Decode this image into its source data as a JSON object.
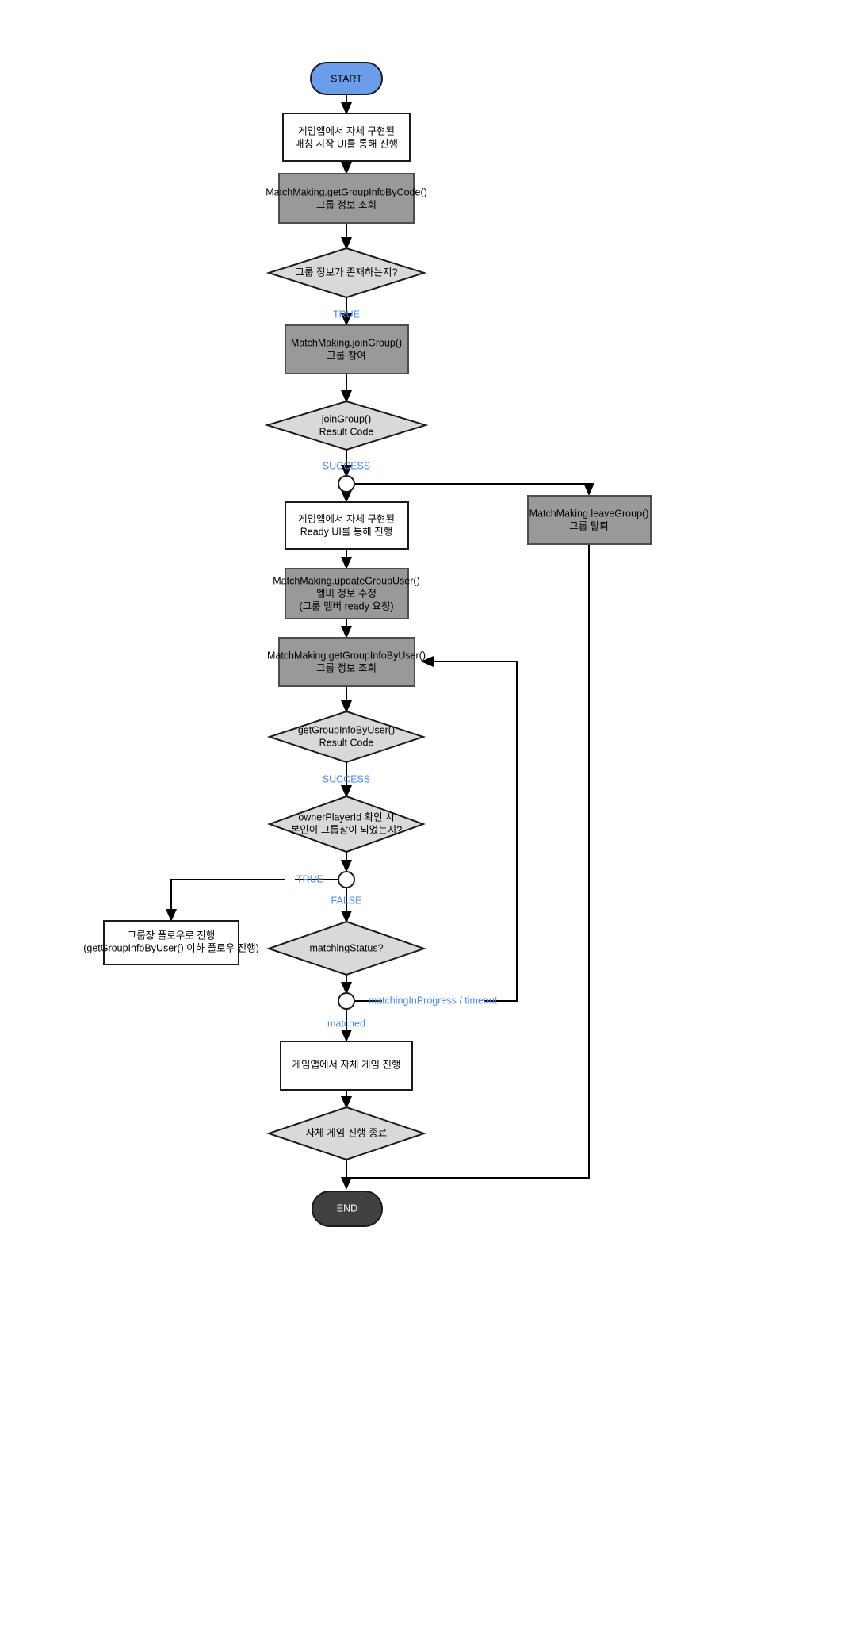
{
  "diagram": {
    "title": "MatchMaking Group Join Flow",
    "colors": {
      "start_fill": "#6b9eea",
      "end_fill": "#414141",
      "api_fill": "#999999",
      "decision_fill": "#d9d9d9",
      "process_fill": "#ffffff",
      "edge_label": "#4d88e0",
      "stroke": "#1a1a1a"
    }
  },
  "nodes": {
    "start": {
      "label": "START",
      "shape": "terminator"
    },
    "matching_ui": {
      "line1": "게임앱에서 자체 구현된",
      "line2": "매칭 시작 UI를 통해 진행",
      "shape": "process"
    },
    "get_group_info_by_code": {
      "line1": "MatchMaking.getGroupInfoByCode()",
      "line2": "그룹 정보 조회",
      "shape": "api"
    },
    "group_exists": {
      "line1": "그룹 정보가 존재하는지?",
      "shape": "decision"
    },
    "join_group": {
      "line1": "MatchMaking.joinGroup()",
      "line2": "그룹 참여",
      "shape": "api"
    },
    "join_group_result": {
      "line1": "joinGroup()",
      "line2": "Result Code",
      "shape": "decision"
    },
    "junction_success": {
      "label": "",
      "shape": "junction"
    },
    "leave_group": {
      "line1": "MatchMaking.leaveGroup()",
      "line2": "그룹 탈퇴",
      "shape": "api"
    },
    "ready_ui": {
      "line1": "게임앱에서 자체 구현된",
      "line2": "Ready UI를 통해 진행",
      "shape": "process"
    },
    "update_group_user": {
      "line1": "MatchMaking.updateGroupUser()",
      "line2": "멤버 정보 수정",
      "line3": "(그룹 멤버 ready 요청)",
      "shape": "api"
    },
    "get_group_info_by_user": {
      "line1": "MatchMaking.getGroupInfoByUser()",
      "line2": "그룹 정보 조회",
      "shape": "api"
    },
    "get_group_info_by_user_result": {
      "line1": "getGroupInfoByUser()",
      "line2": "Result Code",
      "shape": "decision"
    },
    "owner_check": {
      "line1": "ownerPlayerId 확인 시",
      "line2": "본인이 그룹장이 되었는지?",
      "shape": "decision"
    },
    "junction_owner": {
      "label": "",
      "shape": "junction"
    },
    "owner_flow": {
      "line1": "그룹장 플로우로 진행",
      "line2": "(getGroupInfoByUser() 이하 플로우 진행)",
      "shape": "process"
    },
    "matching_status": {
      "line1": "matchingStatus?",
      "shape": "decision"
    },
    "junction_matched": {
      "label": "",
      "shape": "junction"
    },
    "play_game": {
      "line1": "게임앱에서 자체 게임 진행",
      "shape": "process"
    },
    "game_end": {
      "line1": "자체 게임 진행 종료",
      "shape": "decision"
    },
    "end": {
      "label": "END",
      "shape": "terminator"
    }
  },
  "edge_labels": {
    "group_exists_true": "TRUE",
    "join_group_success": "SUCCESS",
    "get_group_info_success": "SUCCESS",
    "owner_true": "TRUE",
    "owner_false": "FALSE",
    "matching_in_progress": "matchingInProgress / timeout",
    "matched": "matched"
  }
}
